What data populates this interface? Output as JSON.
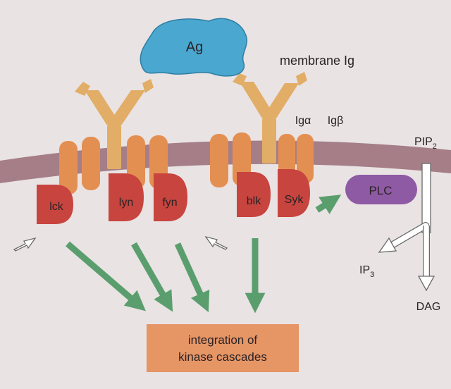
{
  "diagram": {
    "antigen": "Ag",
    "receptor": "membrane Ig",
    "ig_alpha": "Igα",
    "ig_beta": "Igβ",
    "pip2": "PIP",
    "pip2_sub": "2",
    "ip3": "IP",
    "ip3_sub": "3",
    "dag": "DAG",
    "plc": "PLC",
    "kinases": {
      "lck": "lck",
      "lyn": "lyn",
      "fyn": "fyn",
      "blk": "blk",
      "syk": "Syk"
    },
    "integration": {
      "line1": "integration of",
      "line2": "kinase cascades"
    }
  },
  "colors": {
    "background": "#e9e3e4",
    "membrane": "#a57e87",
    "transmembrane": "#e48f52",
    "kinase": "#c8443e",
    "antibody": "#e2ad66",
    "antigen": "#4aa7cf",
    "plc": "#8e5aa4",
    "green_arrow": "#5b9e6e",
    "box": "#e69565"
  }
}
